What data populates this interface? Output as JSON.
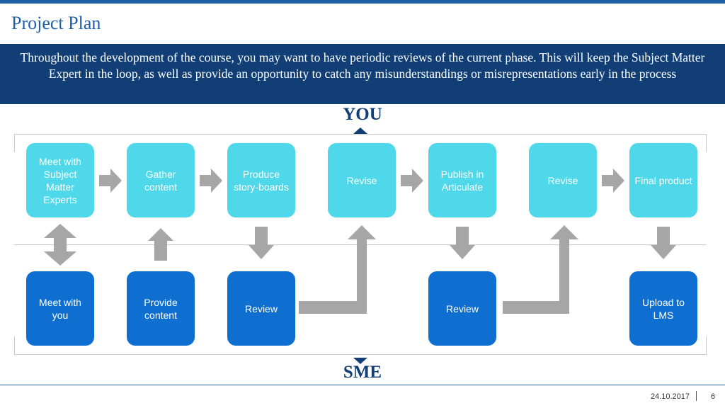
{
  "slide": {
    "title": "Project Plan",
    "banner_text": "Throughout the development of the course, you may want to have periodic reviews of the current phase. This will keep the Subject Matter Expert in the loop, as well as provide an opportunity to catch any misunderstandings or misrepresentations early in the process"
  },
  "roles": {
    "top": "YOU",
    "bottom": "SME"
  },
  "steps_you": [
    "Meet with Subject Matter Experts",
    "Gather content",
    "Produce story-boards",
    "Revise",
    "Publish in Articulate",
    "Revise",
    "Final product"
  ],
  "steps_sme": [
    "Meet with you",
    "Provide content",
    "Review",
    "Review",
    "Upload to LMS"
  ],
  "colors": {
    "you_box": "#4fd7ea",
    "sme_box": "#0f6fd1",
    "arrow": "#a6a6a6",
    "banner": "#113f75",
    "accent": "#1f5fa8"
  },
  "footer": {
    "date": "24.10.2017",
    "page": "6"
  }
}
